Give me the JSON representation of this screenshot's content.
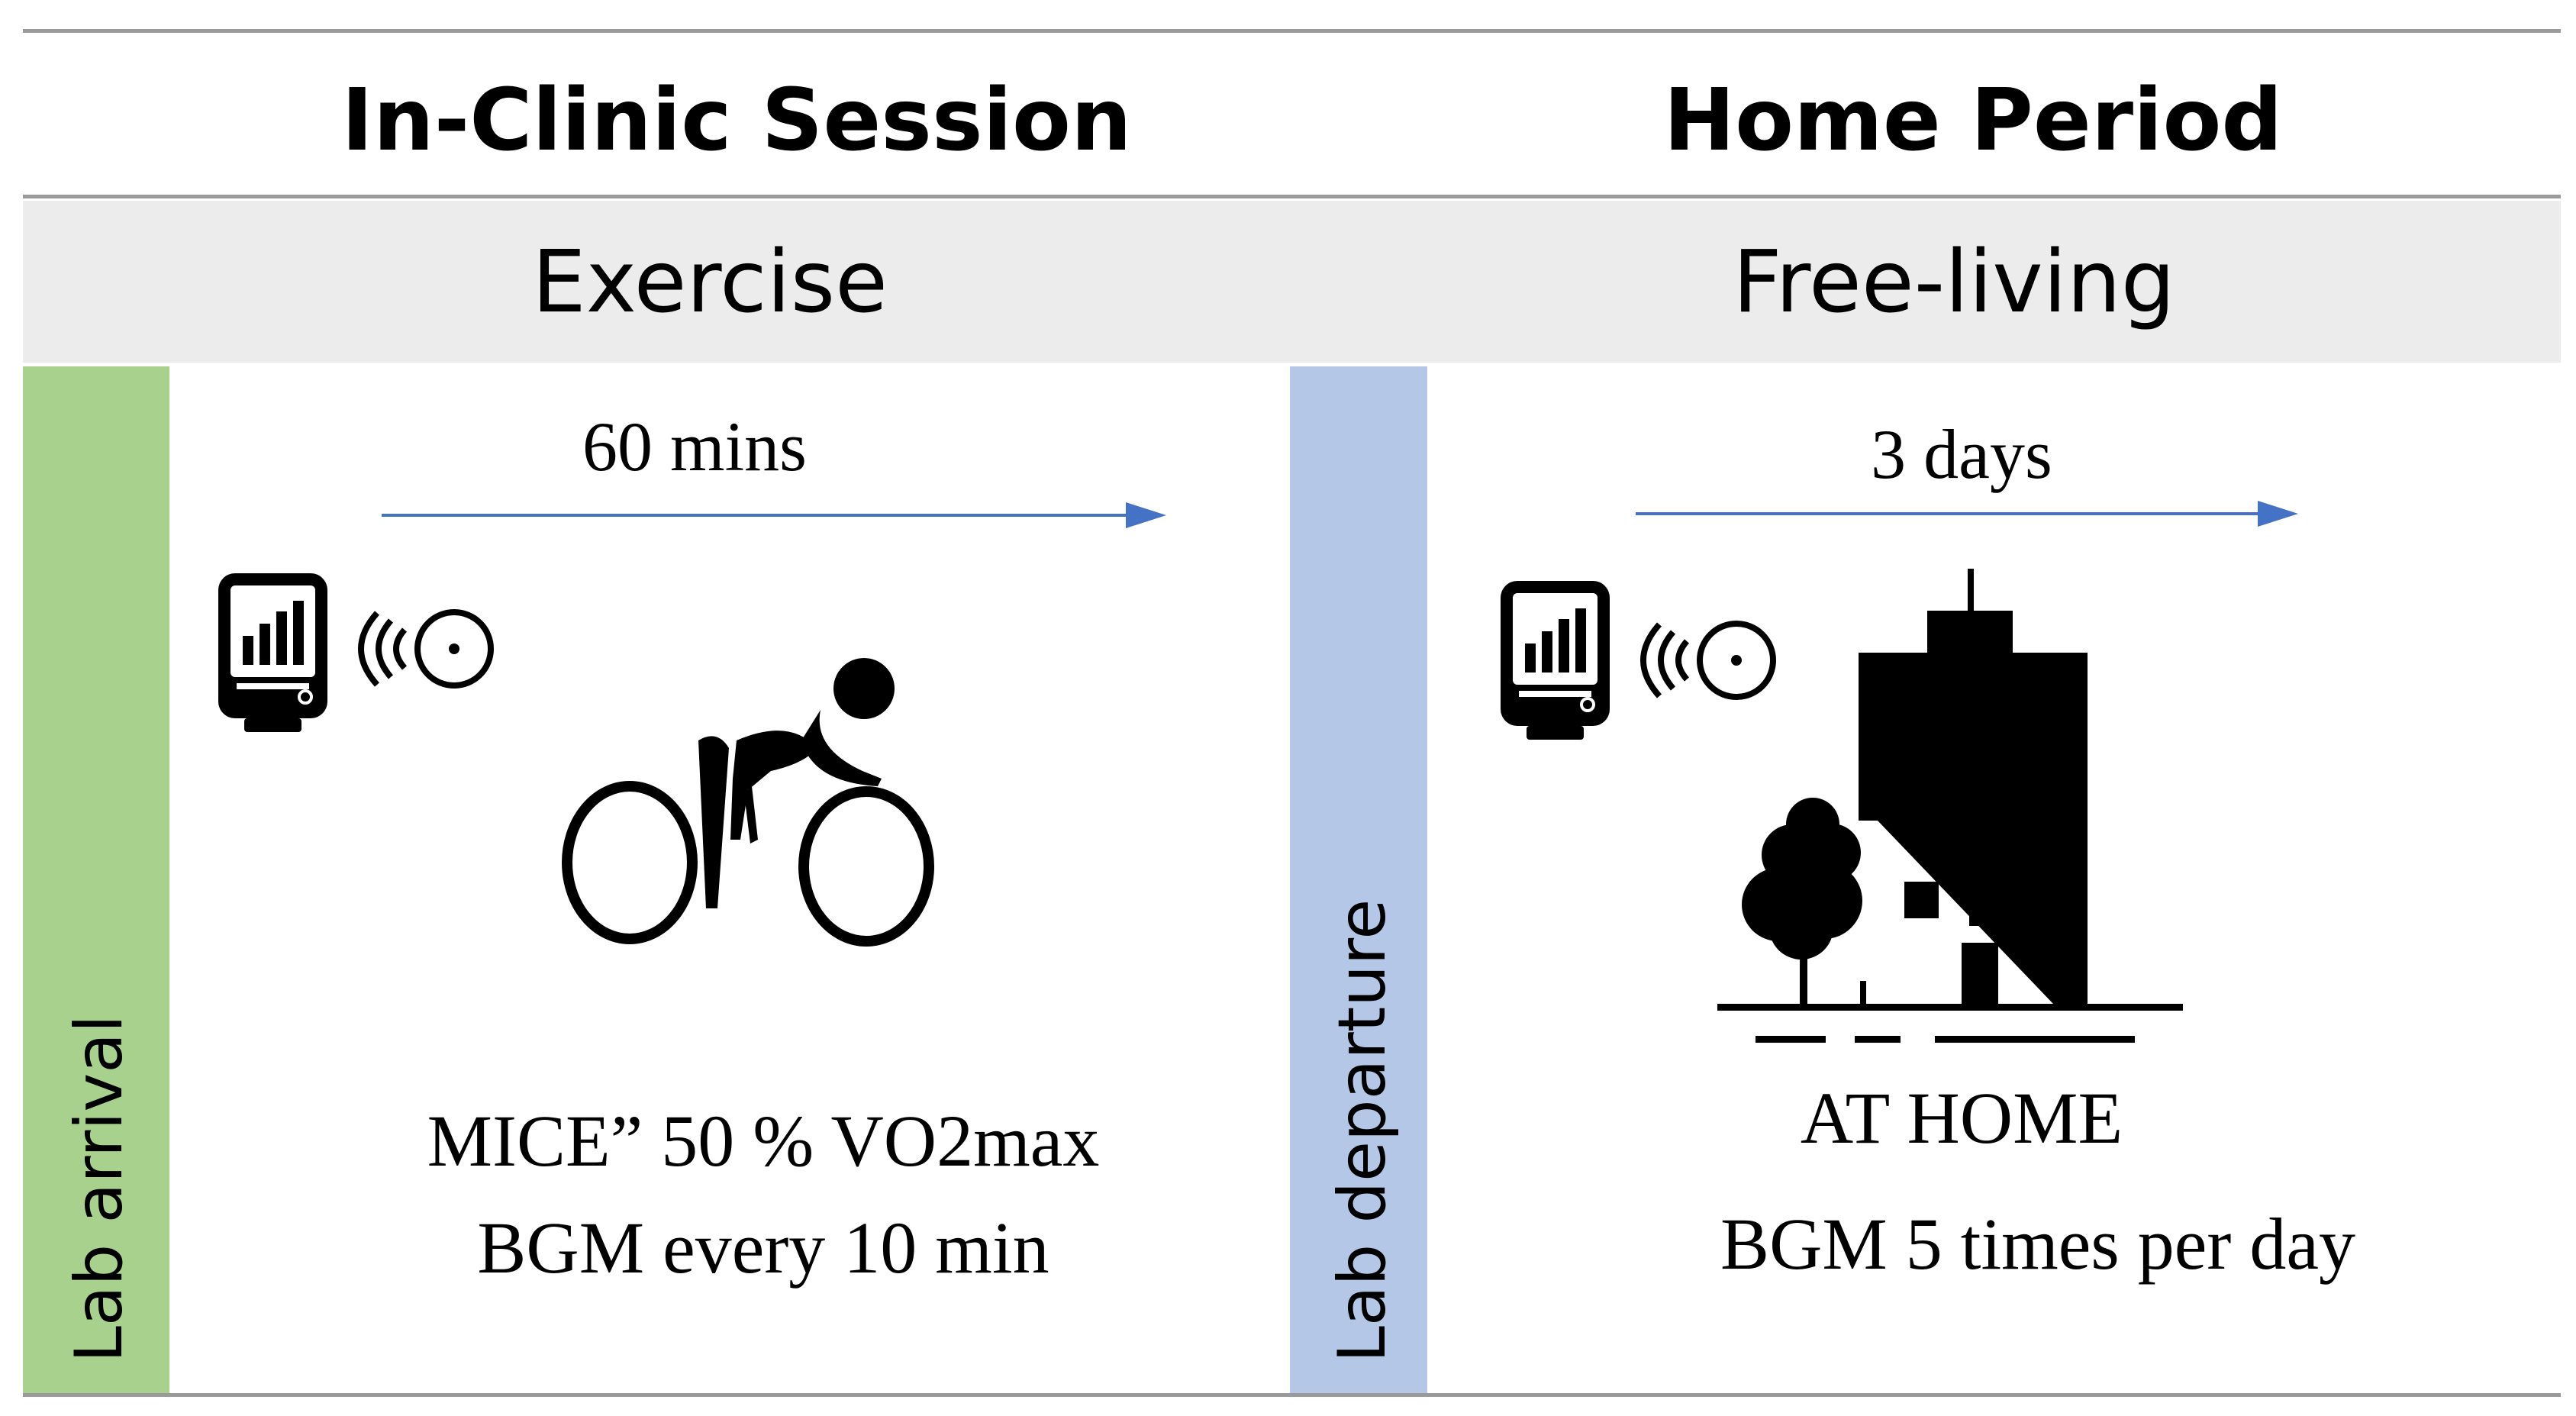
{
  "headers": {
    "clinic": "In-Clinic Session",
    "home": "Home Period"
  },
  "phases": {
    "clinic": "Exercise",
    "home": "Free-living"
  },
  "markers": {
    "arrival": "Lab arrival",
    "departure": "Lab departure"
  },
  "clinic": {
    "duration": "60 mins",
    "protocol": "MICE” 50 % VO2max",
    "monitoring": "BGM every 10 min"
  },
  "home": {
    "duration": "3 days",
    "location": "AT HOME",
    "monitoring": "BGM 5 times per day"
  },
  "colors": {
    "arrival_bar": "#a9d18e",
    "departure_bar": "#b4c7e7",
    "arrow": "#4472c4",
    "band": "#ececec"
  },
  "icons": [
    "cgm-receiver-icon",
    "wireless-signal-icon",
    "cgm-sensor-icon",
    "cyclist-icon",
    "house-city-icon"
  ]
}
